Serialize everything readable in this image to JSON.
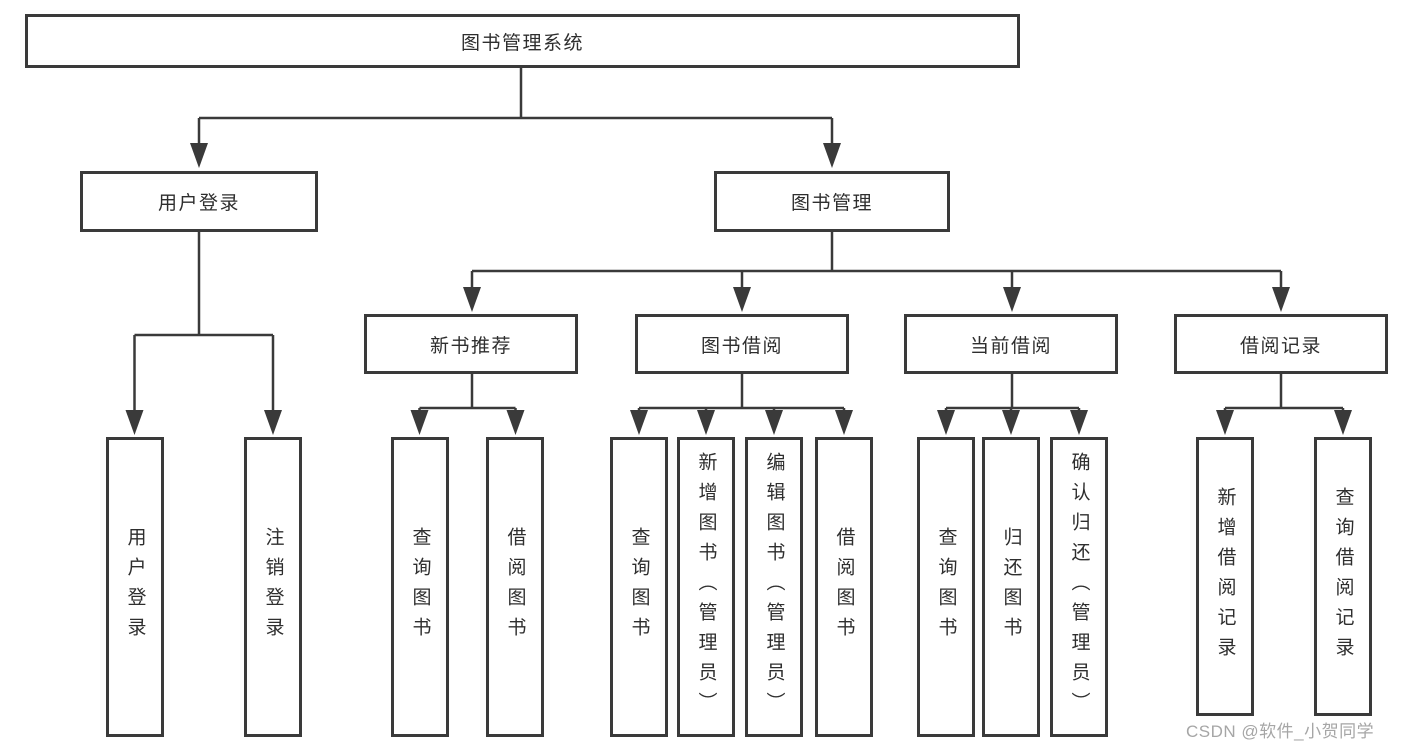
{
  "tree": {
    "label": "图书管理系统",
    "children": [
      {
        "label": "用户登录",
        "children": [
          {
            "label": "用户登录"
          },
          {
            "label": "注销登录"
          }
        ]
      },
      {
        "label": "图书管理",
        "children": [
          {
            "label": "新书推荐",
            "children": [
              {
                "label": "查询图书"
              },
              {
                "label": "借阅图书"
              }
            ]
          },
          {
            "label": "图书借阅",
            "children": [
              {
                "label": "查询图书"
              },
              {
                "label": "新增图书（管理员）"
              },
              {
                "label": "编辑图书（管理员）"
              },
              {
                "label": "借阅图书"
              }
            ]
          },
          {
            "label": "当前借阅",
            "children": [
              {
                "label": "查询图书"
              },
              {
                "label": "归还图书"
              },
              {
                "label": "确认归还（管理员）"
              }
            ]
          },
          {
            "label": "借阅记录",
            "children": [
              {
                "label": "新增借阅记录"
              },
              {
                "label": "查询借阅记录"
              }
            ]
          }
        ]
      }
    ]
  },
  "watermark": {
    "text": "CSDN @软件_小贺同学"
  },
  "colors": {
    "line": "#3a3a3a",
    "text": "#2e2e2e",
    "box_background": "#ffffff",
    "watermark": "#a6a6a6",
    "page_background": "#ffffff"
  }
}
